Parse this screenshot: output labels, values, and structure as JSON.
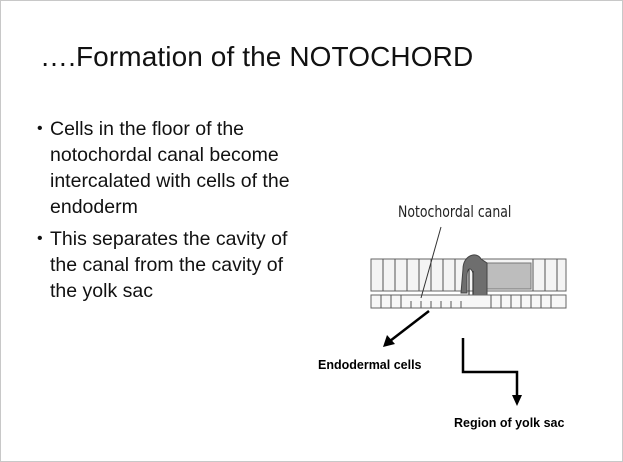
{
  "slide": {
    "title": "….Formation of the NOTOCHORD",
    "bullets": [
      "Cells in the floor of the notochordal canal become intercalated with cells of the endoderm",
      "This separates the cavity of the canal from the cavity of the yolk sac"
    ]
  },
  "figure": {
    "label_canal": "Notochordal canal",
    "label_endoderm": "Endodermal cells",
    "label_yolk": "Region of yolk sac"
  }
}
